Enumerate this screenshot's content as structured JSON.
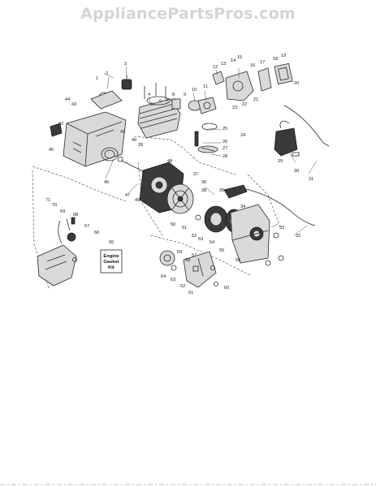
{
  "watermark": {
    "text": "AppliancePartsPros.com"
  },
  "kit_box": {
    "lines": [
      "Engine",
      "Gasket",
      "Kit"
    ]
  },
  "labels": [
    "1",
    "2",
    "3",
    "4",
    "5",
    "6",
    "7",
    "8",
    "9",
    "10",
    "11",
    "12",
    "13",
    "14",
    "15",
    "16",
    "17",
    "18",
    "19",
    "20",
    "21",
    "22",
    "23",
    "24",
    "25",
    "26",
    "27",
    "28",
    "29",
    "30",
    "31",
    "32",
    "33",
    "34",
    "35",
    "36",
    "37",
    "38",
    "39",
    "40",
    "41",
    "42",
    "43",
    "44",
    "45",
    "46",
    "47",
    "48",
    "49",
    "50",
    "51",
    "52",
    "53",
    "54",
    "55",
    "56",
    "57",
    "58",
    "59",
    "60",
    "61",
    "62",
    "63",
    "64",
    "65",
    "66",
    "67",
    "68",
    "69",
    "70",
    "71"
  ]
}
